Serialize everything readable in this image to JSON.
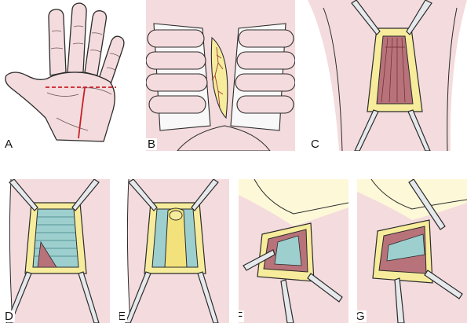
{
  "panels": [
    {
      "label": "A"
    },
    {
      "label": "B"
    },
    {
      "label": "C"
    },
    {
      "label": "D"
    },
    {
      "label": "E"
    },
    {
      "label": "F"
    },
    {
      "label": "G"
    }
  ],
  "colors": {
    "skin": "#f4dbdd",
    "skin_shadow": "#e8c4c8",
    "bg_yellow": "#fdf9d8",
    "fat": "#f6ec9c",
    "muscle": "#b8727a",
    "tendon": "#9ecfcf",
    "incision": "#c8202a",
    "instrument": "#e6e9ec",
    "outline": "#2b2b2b"
  }
}
